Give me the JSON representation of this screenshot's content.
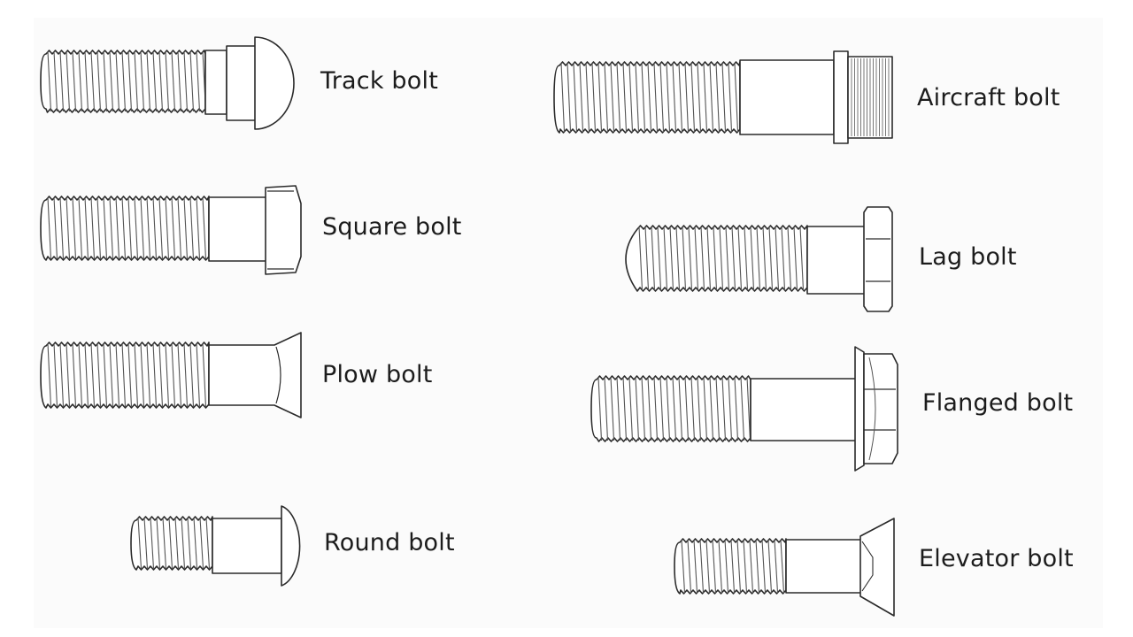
{
  "figure": {
    "bolts": [
      {
        "id": "track",
        "label": "Track bolt"
      },
      {
        "id": "square",
        "label": "Square bolt"
      },
      {
        "id": "plow",
        "label": "Plow bolt"
      },
      {
        "id": "round",
        "label": "Round bolt"
      },
      {
        "id": "aircraft",
        "label": "Aircraft bolt"
      },
      {
        "id": "lag",
        "label": "Lag bolt"
      },
      {
        "id": "flanged",
        "label": "Flanged bolt"
      },
      {
        "id": "elevator",
        "label": "Elevator bolt"
      }
    ]
  },
  "colors": {
    "outline": "#2a2a2a",
    "thread": "#555555",
    "background": "#ffffff"
  }
}
